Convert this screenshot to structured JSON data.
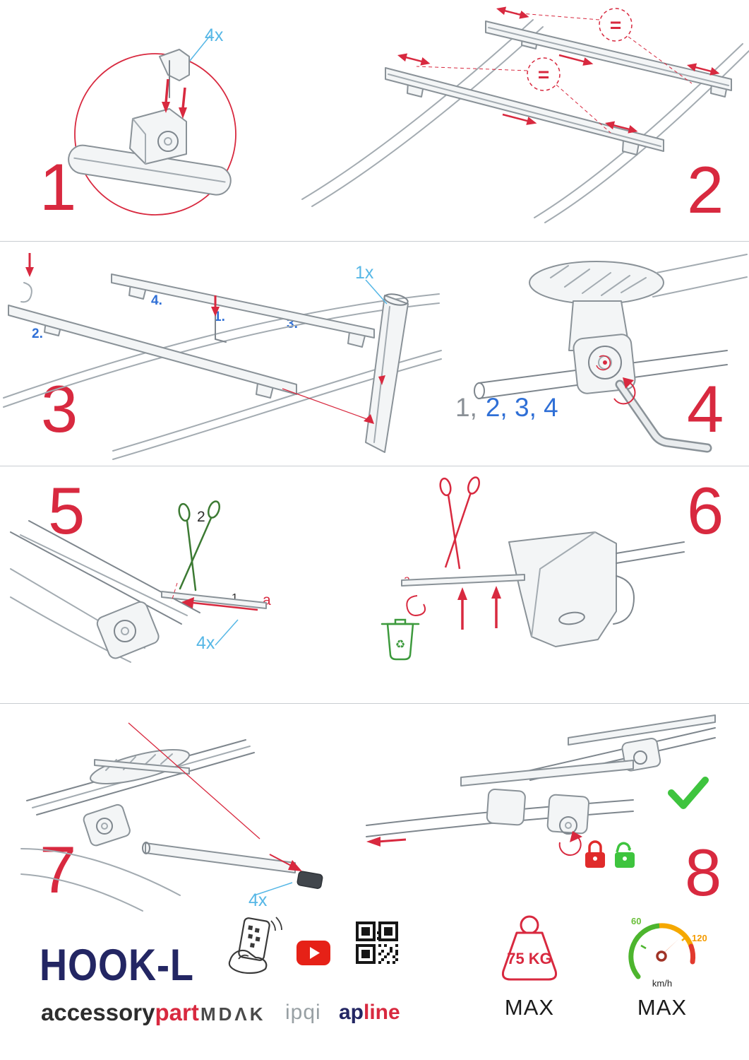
{
  "steps": {
    "s1": {
      "number": "1",
      "qty": "4x"
    },
    "s2": {
      "number": "2",
      "equals": "="
    },
    "s3": {
      "number": "3",
      "qty": "1x",
      "l1": "1.",
      "l2": "2.",
      "l3": "3.",
      "l4": "4."
    },
    "s4": {
      "number": "4",
      "seq_done": "1,",
      "seq_todo": "2, 3, 4"
    },
    "s5": {
      "number": "5",
      "cut_order": "2",
      "insert_order": "1",
      "dim": "a",
      "qty": "4x"
    },
    "s6": {
      "number": "6",
      "dim": "a"
    },
    "s7": {
      "number": "7",
      "qty": "4x"
    },
    "s8": {
      "number": "8"
    }
  },
  "footer": {
    "product": "HOOK-L",
    "brand_black": "accessory",
    "brand_red": "part",
    "logo_mdak": "MDΛK",
    "logo_ipqi": "ipqi",
    "logo_ap": "ap",
    "logo_line": "line",
    "weight_value": "75 KG",
    "weight_max": "MAX",
    "speed_low": "60",
    "speed_high": "120",
    "speed_unit": "km/h",
    "speed_max": "MAX"
  },
  "icons": {
    "recycle": "♻"
  },
  "colors": {
    "accent_red": "#d8293f",
    "qty_blue": "#56b7e6",
    "label_blue": "#2f6fd6",
    "green": "#3d9a3d",
    "navy": "#232663",
    "youtube_red": "#e62117"
  }
}
